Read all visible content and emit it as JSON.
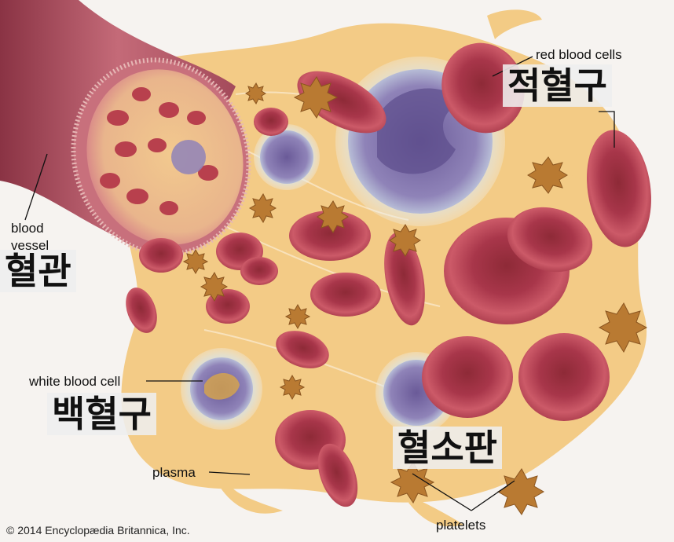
{
  "labels": {
    "red_blood_cells": "red blood cells",
    "blood_vessel_line1": "blood",
    "blood_vessel_line2": "vessel",
    "white_blood_cell": "white blood cell",
    "plasma": "plasma",
    "platelets": "platelets"
  },
  "korean": {
    "red_blood_cells": "적혈구",
    "blood_vessel": "혈관",
    "white_blood_cell": "백혈구",
    "platelets": "혈소판"
  },
  "copyright": "© 2014 Encyclopædia Britannica, Inc.",
  "colors": {
    "background": "#f6f3f0",
    "plasma": "#f3c77a",
    "red_cell": "#b8404d",
    "white_cell": "#7b6aa6",
    "vessel": "#a34a59",
    "platelet": "#b97a32"
  }
}
